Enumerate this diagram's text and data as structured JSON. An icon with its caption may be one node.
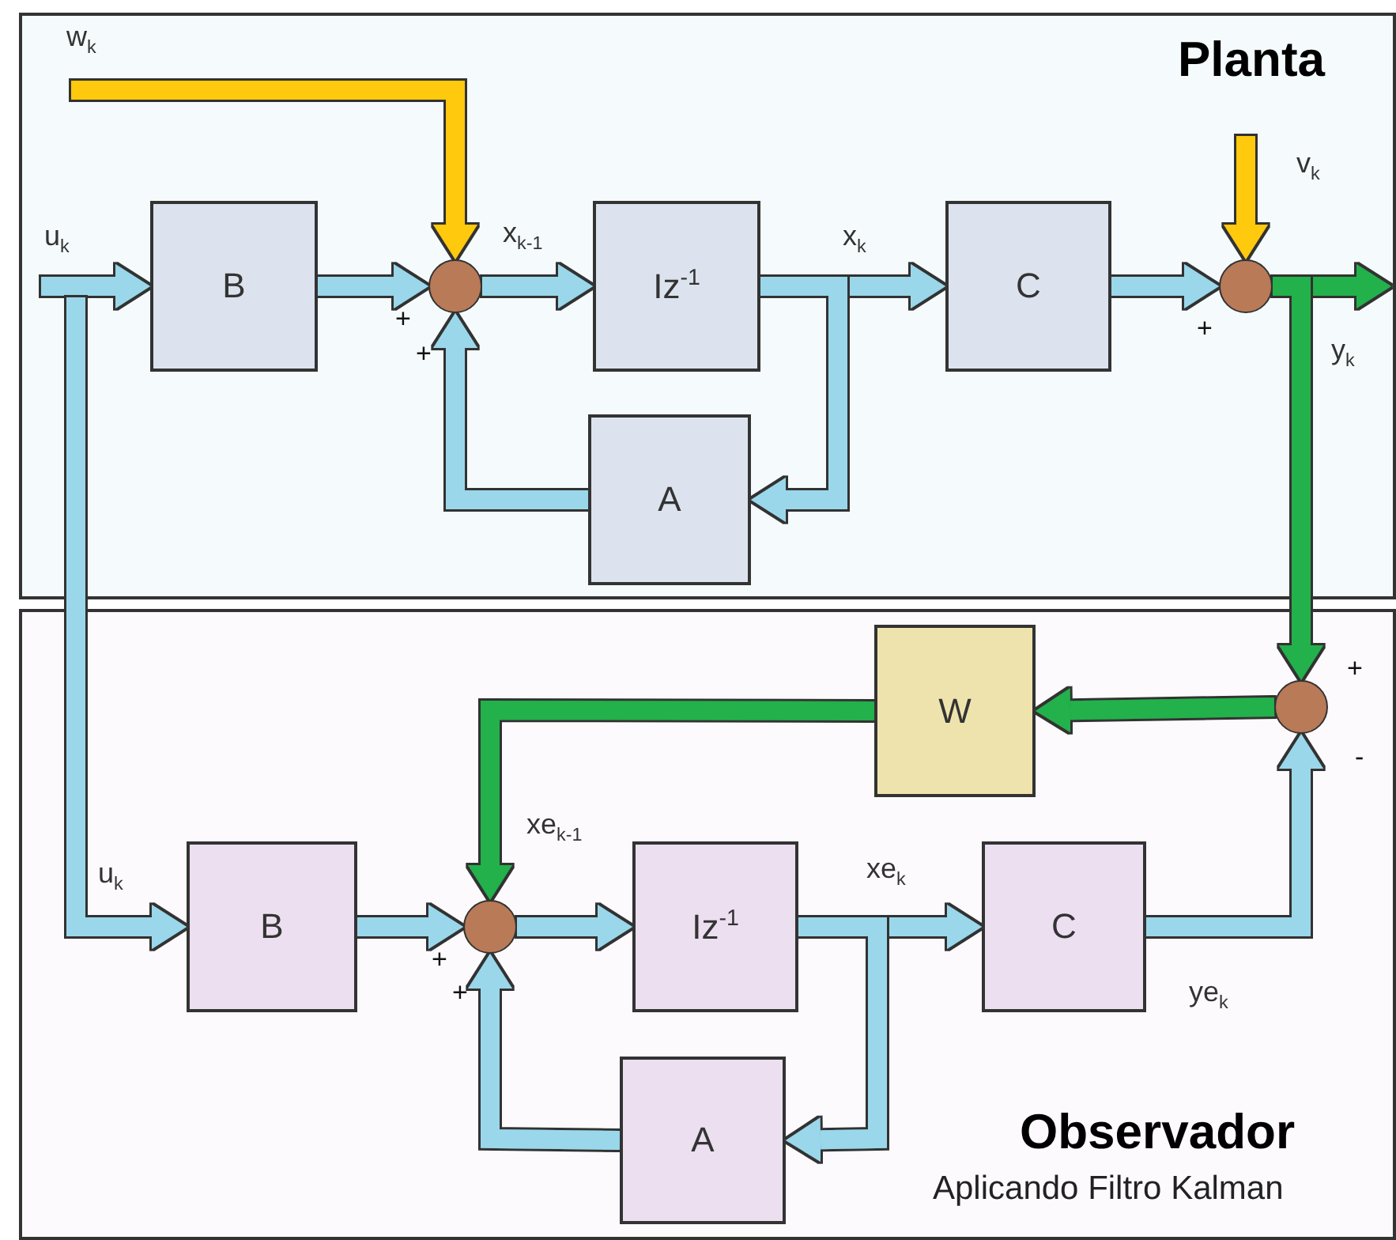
{
  "diagram": {
    "nodes": [
      {
        "text": [
          "Planta"
        ]
      },
      {
        "text": [
          "B"
        ],
        "in": 0
      },
      {
        "text": [],
        "shape": "circle",
        "in": 0
      },
      {
        "text": [
          "Iz$^{-1}$"
        ],
        "in": 0
      },
      {
        "text": [
          "C"
        ],
        "in": 0
      },
      {
        "text": [],
        "shape": "circle",
        "in": 0
      },
      {
        "text": [
          "A"
        ],
        "in": 0
      },
      {
        "text": [
          "Observador",
          "Aplicando Filtro Kalman"
        ]
      },
      {
        "text": [
          "W"
        ],
        "in": 7
      },
      {
        "text": [],
        "shape": "circle",
        "in": 7
      },
      {
        "text": [
          "B"
        ],
        "in": 7
      },
      {
        "text": [],
        "shape": "circle",
        "in": 7
      },
      {
        "text": [
          "Iz$^{-1}$"
        ],
        "in": 7
      },
      {
        "text": [
          "C"
        ],
        "in": 7
      },
      {
        "text": [
          "A"
        ],
        "in": 7
      }
    ],
    "edges": [
      {
        "from": null,
        "to": 1,
        "arrow": "to",
        "label": "u$_{k}$"
      },
      {
        "from": 1,
        "to": 2,
        "arrow": "to"
      },
      {
        "from": null,
        "to": 2,
        "arrow": "to",
        "label": "w$_{k}$",
        "color": "#ffc90e"
      },
      {
        "from": 2,
        "to": 3,
        "arrow": "to",
        "label": "x$_{k-1}$"
      },
      {
        "from": 3,
        "to": 4,
        "arrow": "to",
        "label": "x$_{k}$"
      },
      {
        "from": 3,
        "to": 6,
        "arrow": "to"
      },
      {
        "from": 6,
        "to": 2,
        "arrow": "to"
      },
      {
        "from": 4,
        "to": 5,
        "arrow": "to"
      },
      {
        "from": null,
        "to": 5,
        "arrow": "to",
        "label": "v$_{k}$",
        "color": "#ffc90e"
      },
      {
        "from": 5,
        "to": null,
        "arrow": "to",
        "color": "#22b14c"
      },
      {
        "from": 5,
        "to": 9,
        "arrow": "to",
        "label": "y$_{k}$",
        "color": "#22b14c"
      },
      {
        "from": 9,
        "to": 8,
        "arrow": "to",
        "color": "#22b14c"
      },
      {
        "from": 8,
        "to": 11,
        "arrow": "to",
        "color": "#22b14c"
      },
      {
        "from": null,
        "to": 10,
        "arrow": "to",
        "label": "u$_{k}$"
      },
      {
        "from": 10,
        "to": 11,
        "arrow": "to"
      },
      {
        "from": 11,
        "to": 12,
        "arrow": "to",
        "label": "xe$_{k-1}$"
      },
      {
        "from": 12,
        "to": 13,
        "arrow": "to",
        "label": "xe$_{k}$"
      },
      {
        "from": 12,
        "to": 14,
        "arrow": "to"
      },
      {
        "from": 14,
        "to": 11,
        "arrow": "to"
      },
      {
        "from": 13,
        "to": 9,
        "arrow": "to",
        "label": "ye$_{k}$"
      }
    ],
    "labels": [
      "+",
      "+",
      "+",
      "+",
      "-",
      "+",
      "+"
    ]
  }
}
